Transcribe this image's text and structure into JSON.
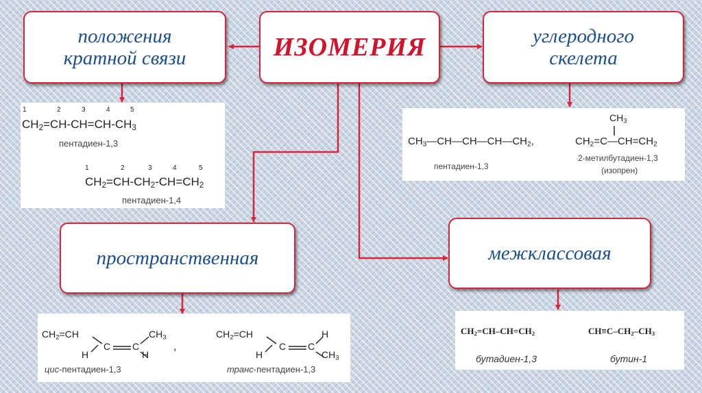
{
  "title": "ИЗОМЕРИЯ",
  "boxes": {
    "position_line1": "положения",
    "position_line2": "кратной связи",
    "skeleton_line1": "углеродного",
    "skeleton_line2": "скелета",
    "spatial": "пространственная",
    "interclass": "межклассовая"
  },
  "position_panel": {
    "f1_nums": [
      "1",
      "2",
      "3",
      "4",
      "5"
    ],
    "f1_parts": [
      "CH",
      "2",
      "=CH-CH=CH-CH",
      "3"
    ],
    "f1_name": "пентадиен-1,3",
    "f2_nums": [
      "1",
      "2",
      "3",
      "4",
      "5"
    ],
    "f2_parts": [
      "CH",
      "2",
      "=CH-CH",
      "2",
      "-CH=CH",
      "2"
    ],
    "f2_name": "пентадиен-1,4"
  },
  "skeleton_panel": {
    "f1_parts": [
      "CH",
      "3",
      "—CH—CH—CH—CH",
      "2",
      ","
    ],
    "f1_name": "пентадиен-1,3",
    "f2_top": [
      "CH",
      "3"
    ],
    "f2_parts": [
      "CH",
      "2",
      "=C—CH=CH",
      "2"
    ],
    "f2_name1": "2-метилбутадиен-1,3",
    "f2_name2": "(изопрен)"
  },
  "spatial_panel": {
    "cis_left": [
      "CH",
      "2",
      "=CH"
    ],
    "cis_right": [
      "CH",
      "3"
    ],
    "cis_comma": ",",
    "h": "H",
    "c": "C",
    "trans_left": [
      "CH",
      "2",
      "=CH"
    ],
    "trans_right": "H",
    "trans_bottom": [
      "CH",
      "3"
    ],
    "cis_prefix": "цис",
    "cis_name": "-пентадиен-1,3",
    "trans_prefix": "транс",
    "trans_name": "-пентадиен-1,3"
  },
  "interclass_panel": {
    "f1_parts": [
      "CH",
      "2",
      "=CH–CH=CH",
      "2"
    ],
    "f2_parts": [
      "CH≡C–CH",
      "2",
      "–CH",
      "3"
    ],
    "f1_name": "бутадиен-1,3",
    "f2_name": "бутин-1"
  },
  "colors": {
    "accent": "#d9243b",
    "blue_text": "#1c4f8f",
    "title": "#d0142c"
  }
}
